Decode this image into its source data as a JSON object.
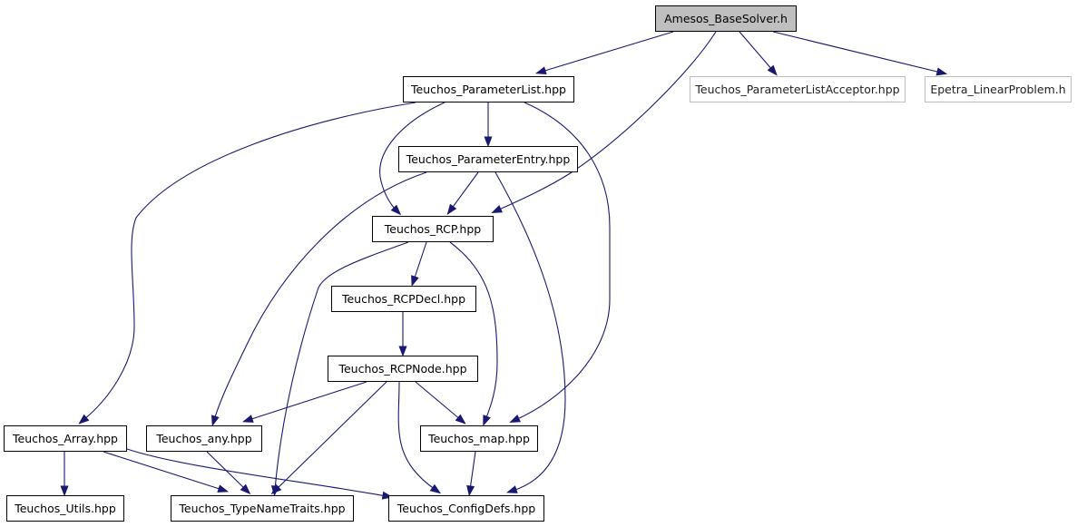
{
  "graph": {
    "nodes": {
      "base_solver": "Amesos_BaseSolver.h",
      "parameter_list": "Teuchos_ParameterList.hpp",
      "parameter_list_acceptor": "Teuchos_ParameterListAcceptor.hpp",
      "linear_problem": "Epetra_LinearProblem.h",
      "parameter_entry": "Teuchos_ParameterEntry.hpp",
      "rcp": "Teuchos_RCP.hpp",
      "rcp_decl": "Teuchos_RCPDecl.hpp",
      "rcp_node": "Teuchos_RCPNode.hpp",
      "array": "Teuchos_Array.hpp",
      "any": "Teuchos_any.hpp",
      "map": "Teuchos_map.hpp",
      "utils": "Teuchos_Utils.hpp",
      "type_name_traits": "Teuchos_TypeNameTraits.hpp",
      "config_defs": "Teuchos_ConfigDefs.hpp"
    },
    "edges": [
      [
        "base_solver",
        "parameter_list"
      ],
      [
        "base_solver",
        "rcp"
      ],
      [
        "base_solver",
        "parameter_list_acceptor"
      ],
      [
        "base_solver",
        "linear_problem"
      ],
      [
        "parameter_list",
        "parameter_entry"
      ],
      [
        "parameter_list",
        "rcp"
      ],
      [
        "parameter_list",
        "array"
      ],
      [
        "parameter_list",
        "map"
      ],
      [
        "parameter_entry",
        "rcp"
      ],
      [
        "parameter_entry",
        "any"
      ],
      [
        "parameter_entry",
        "config_defs"
      ],
      [
        "rcp",
        "rcp_decl"
      ],
      [
        "rcp",
        "type_name_traits"
      ],
      [
        "rcp",
        "map"
      ],
      [
        "rcp_decl",
        "rcp_node"
      ],
      [
        "rcp_node",
        "any"
      ],
      [
        "rcp_node",
        "type_name_traits"
      ],
      [
        "rcp_node",
        "map"
      ],
      [
        "rcp_node",
        "config_defs"
      ],
      [
        "array",
        "utils"
      ],
      [
        "array",
        "type_name_traits"
      ],
      [
        "array",
        "config_defs"
      ],
      [
        "any",
        "type_name_traits"
      ],
      [
        "map",
        "config_defs"
      ]
    ],
    "colors": {
      "edge": "#191970",
      "root_fill": "#bfbfbf",
      "external_border": "#bfbfbf",
      "node_border": "#000000"
    }
  }
}
